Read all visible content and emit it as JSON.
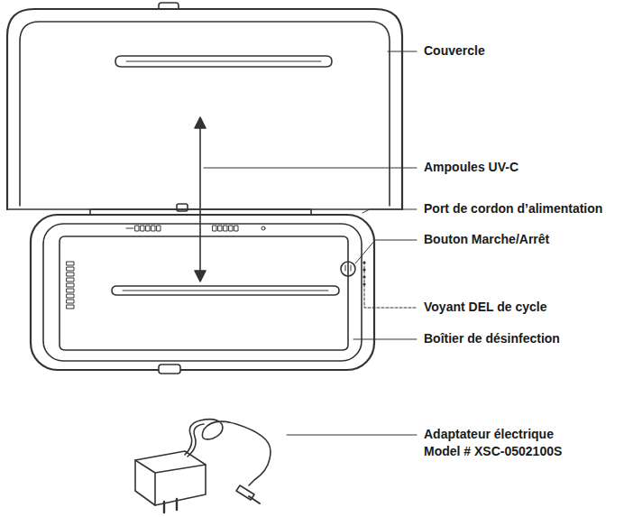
{
  "diagram": {
    "labels": [
      "Couvercle",
      "Ampoules UV-C",
      "Port de cordon d’alimentation",
      "Bouton Marche/Arrêt",
      "Voyant DEL de cycle",
      "Boîtier de désinfection",
      "Adaptateur électrique Model # XSC-0502100S"
    ]
  }
}
